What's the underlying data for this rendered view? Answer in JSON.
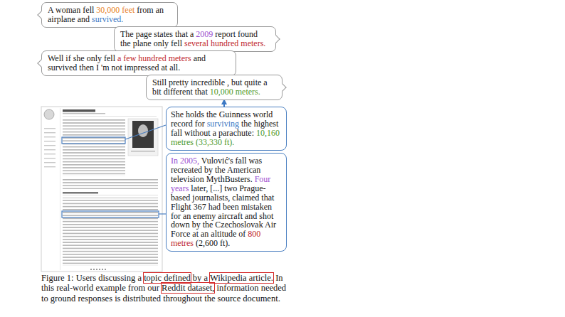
{
  "diagram": {
    "caption": "Figure 1: Users discussing a topic defined by a Wikipedia article. In this real-world example from our Reddit dataset, information needed to ground responses is distributed throughout the source document.",
    "nodes": [
      {
        "text": [
          "A woman fell 30,000 feet from an airplane and survived."
        ]
      },
      {
        "text": [
          "The page states that a 2009 report found the plane only fell several hundred meters."
        ]
      },
      {
        "text": [
          "Well if she only fell a few hundred meters and survived then I 'm not impressed at all."
        ]
      },
      {
        "text": [
          "Still pretty incredible , but quite a bit different that 10,000 meters."
        ]
      },
      {
        "text": [
          "She holds the Guinness world record for surviving the highest fall without a parachute: 10,160 metres (33,330 ft)."
        ]
      },
      {
        "text": [
          "In 2005, Vulović's fall was recreated by the American television MythBusters. Four years later, [...] two Prague-based journalists, claimed that Flight 367 had been mistaken for an enemy aircraft and shot down by the Czechoslovak Air Force at an altitude of 800 metres (2,600 ft)."
        ]
      }
    ],
    "edges": [
      {
        "from": 4,
        "to": 3,
        "arrow": "to"
      }
    ]
  }
}
